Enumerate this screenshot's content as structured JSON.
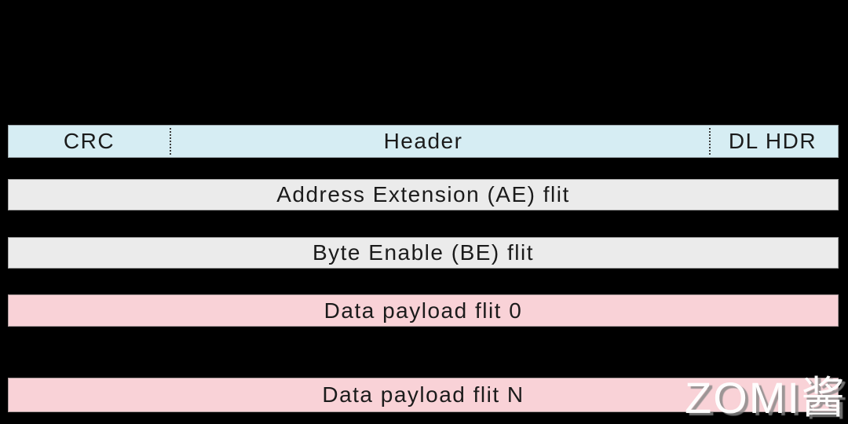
{
  "diagram": {
    "title_semantic": "flit packet structure",
    "colors": {
      "background": "#000000",
      "header_row": "#d6edf3",
      "control_row": "#ebebeb",
      "data_row": "#f9d2d7",
      "text": "#1b1b1b",
      "divider": "#3d3d3d"
    },
    "header_row": {
      "segments": [
        {
          "label": "CRC"
        },
        {
          "label": "Header"
        },
        {
          "label": "DL HDR"
        }
      ]
    },
    "rows": [
      {
        "label": "Address Extension (AE) flit"
      },
      {
        "label": "Byte Enable (BE) flit"
      },
      {
        "label": "Data payload flit 0"
      },
      {
        "label": "Data payload flit N"
      }
    ]
  },
  "watermark": {
    "text": "ZOMI酱",
    "color": "#ffffff"
  }
}
